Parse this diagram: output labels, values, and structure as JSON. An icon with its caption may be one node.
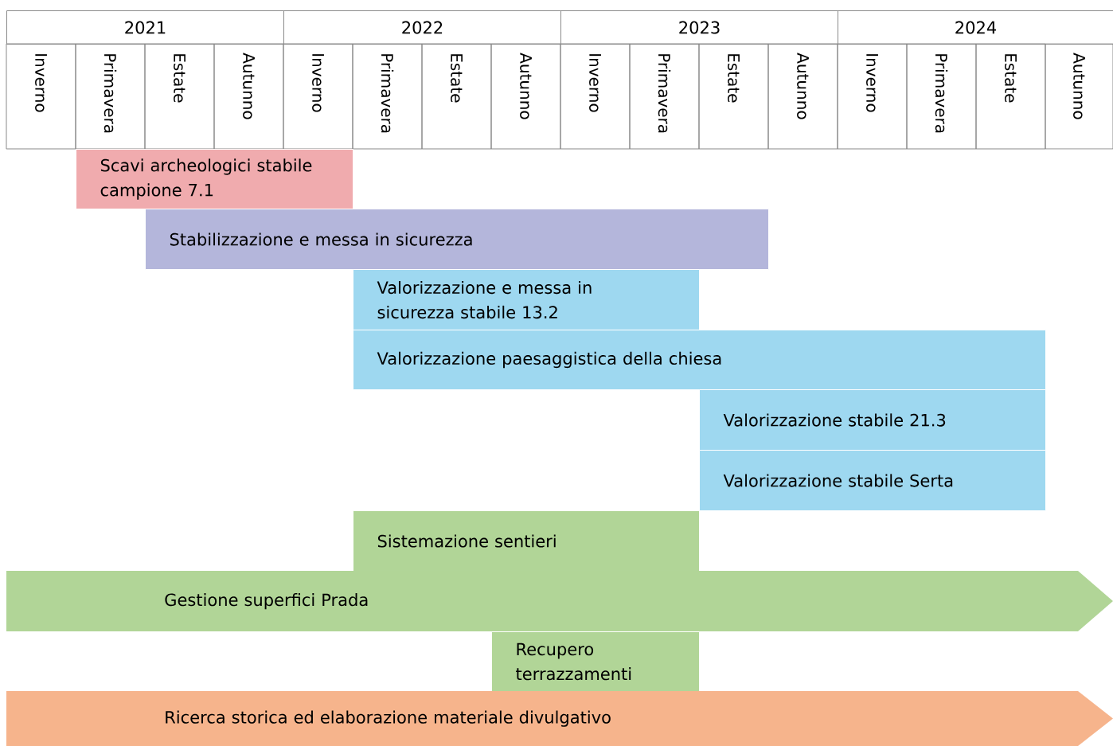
{
  "diagram": {
    "nodes": [
      {
        "text": [
          "Scavi archeologici stabile campione 7.1"
        ]
      },
      {
        "text": [
          "Stabilizzazione e messa in sicurezza"
        ]
      },
      {
        "text": [
          "Valorizzazione e messa in sicurezza stabile 13.2"
        ]
      },
      {
        "text": [
          "Valorizzazione paesaggistica della chiesa"
        ]
      },
      {
        "text": [
          "Valorizzazione stabile 21.3"
        ]
      },
      {
        "text": [
          "Valorizzazione stabile Serta"
        ]
      },
      {
        "text": [
          "Sistemazione sentieri"
        ]
      },
      {
        "text": [
          "Gestione superfici Prada"
        ]
      },
      {
        "text": [
          "Recupero terrazzamenti"
        ]
      },
      {
        "text": [
          "Ricerca storica ed elaborazione materiale divulgativo"
        ]
      }
    ],
    "labels": [
      "2021",
      "2022",
      "2023",
      "2024",
      "Inverno",
      "Primavera",
      "Estate",
      "Autunno",
      "Inverno",
      "Primavera",
      "Estate",
      "Autunno",
      "Inverno",
      "Primavera",
      "Estate",
      "Autunno",
      "Inverno",
      "Primavera",
      "Estate",
      "Autunno"
    ]
  }
}
